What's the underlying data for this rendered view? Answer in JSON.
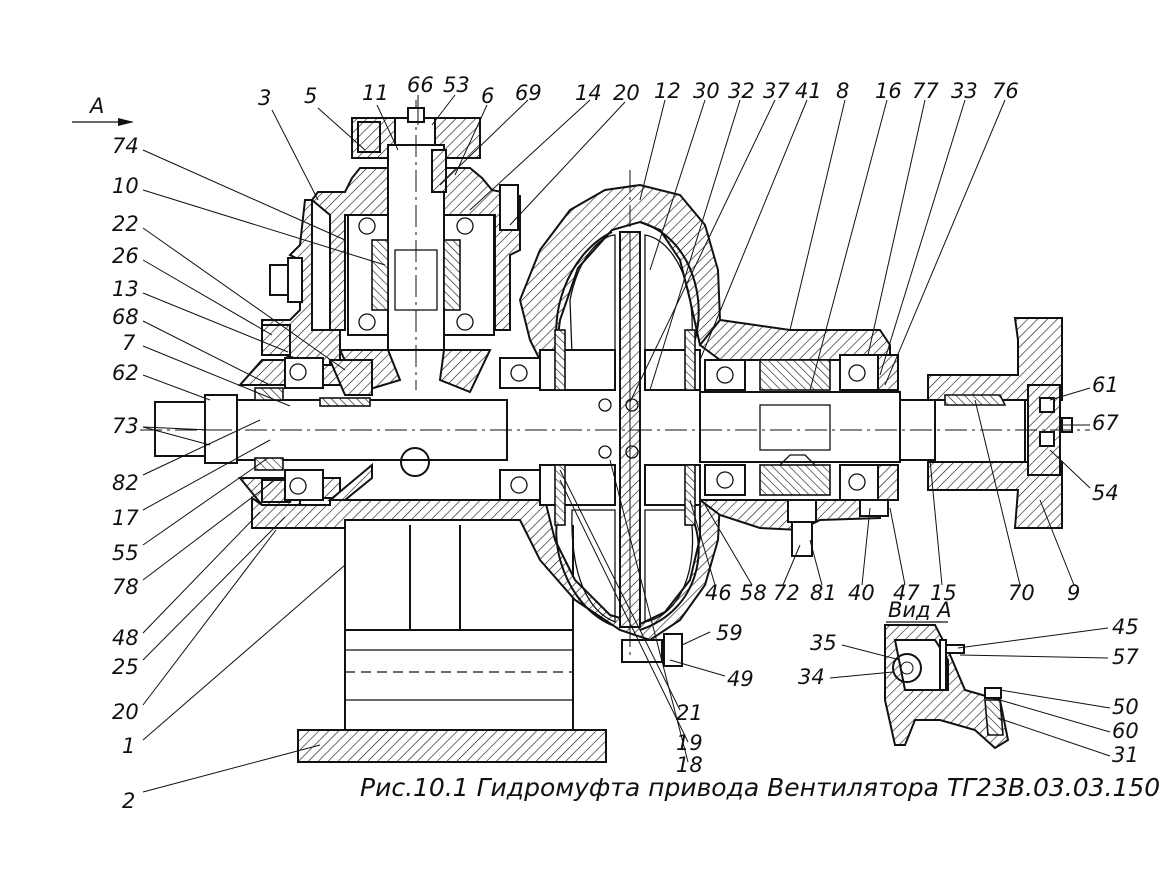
{
  "view_marker": "A",
  "view_a_title": "Вид А",
  "caption": "Рис.10.1 Гидромуфта привода Вентилятора ТГ23В.03.03.150",
  "labels": {
    "top": [
      "3",
      "5",
      "11",
      "66",
      "53",
      "6",
      "69",
      "14",
      "20",
      "12",
      "30",
      "32",
      "37",
      "41",
      "8",
      "16",
      "77",
      "33",
      "76"
    ],
    "left": [
      "74",
      "10",
      "22",
      "26",
      "13",
      "68",
      "7",
      "62",
      "73",
      "82",
      "17",
      "55",
      "78",
      "48",
      "25",
      "20",
      "1",
      "2"
    ],
    "bottom": [
      "46",
      "58",
      "72",
      "81",
      "40",
      "47",
      "15",
      "70",
      "9",
      "59",
      "49",
      "21",
      "19",
      "18"
    ],
    "right": [
      "61",
      "67",
      "54"
    ],
    "view_a": [
      "45",
      "57",
      "35",
      "34",
      "50",
      "60",
      "31"
    ]
  }
}
